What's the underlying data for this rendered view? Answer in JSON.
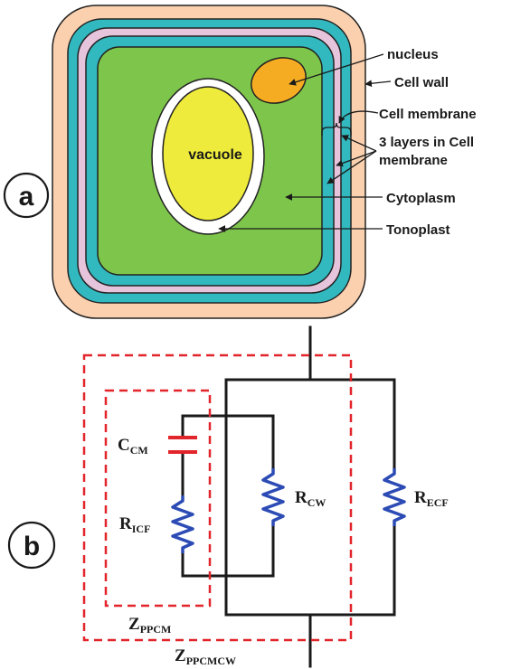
{
  "panels": {
    "a": "a",
    "b": "b"
  },
  "cell": {
    "vacuole": "vacuole",
    "labels": {
      "nucleus": "nucleus",
      "cell_wall": "Cell wall",
      "cell_membrane": "Cell membrane",
      "layers_line1": "3 layers in Cell",
      "layers_line2": "membrane",
      "cytoplasm": "Cytoplasm",
      "tonoplast": "Tonoplast"
    }
  },
  "circuit": {
    "c_cm": {
      "main": "C",
      "sub": "CM"
    },
    "r_icf": {
      "main": "R",
      "sub": "ICF"
    },
    "r_cw": {
      "main": "R",
      "sub": "CW"
    },
    "r_ecf": {
      "main": "R",
      "sub": "ECF"
    },
    "z_ppcm": {
      "main": "Z",
      "sub": "PPCM"
    },
    "z_ppcmcw": {
      "main": "Z",
      "sub": "PPCMCW"
    }
  },
  "colors": {
    "cell_wall": "#fbd0ae",
    "membrane_outer": "#32b9c0",
    "membrane_middle": "#e6c4dc",
    "membrane_inner": "#32b9c0",
    "cytoplasm": "#7ec64b",
    "tonoplast": "#ffffff",
    "vacuole": "#eeeb3c",
    "nucleus": "#f6ac22",
    "resistor": "#2c4bb5",
    "capacitor": "#e2242b",
    "dashed_box": "#e2242b",
    "wire": "#1a1a1a"
  }
}
